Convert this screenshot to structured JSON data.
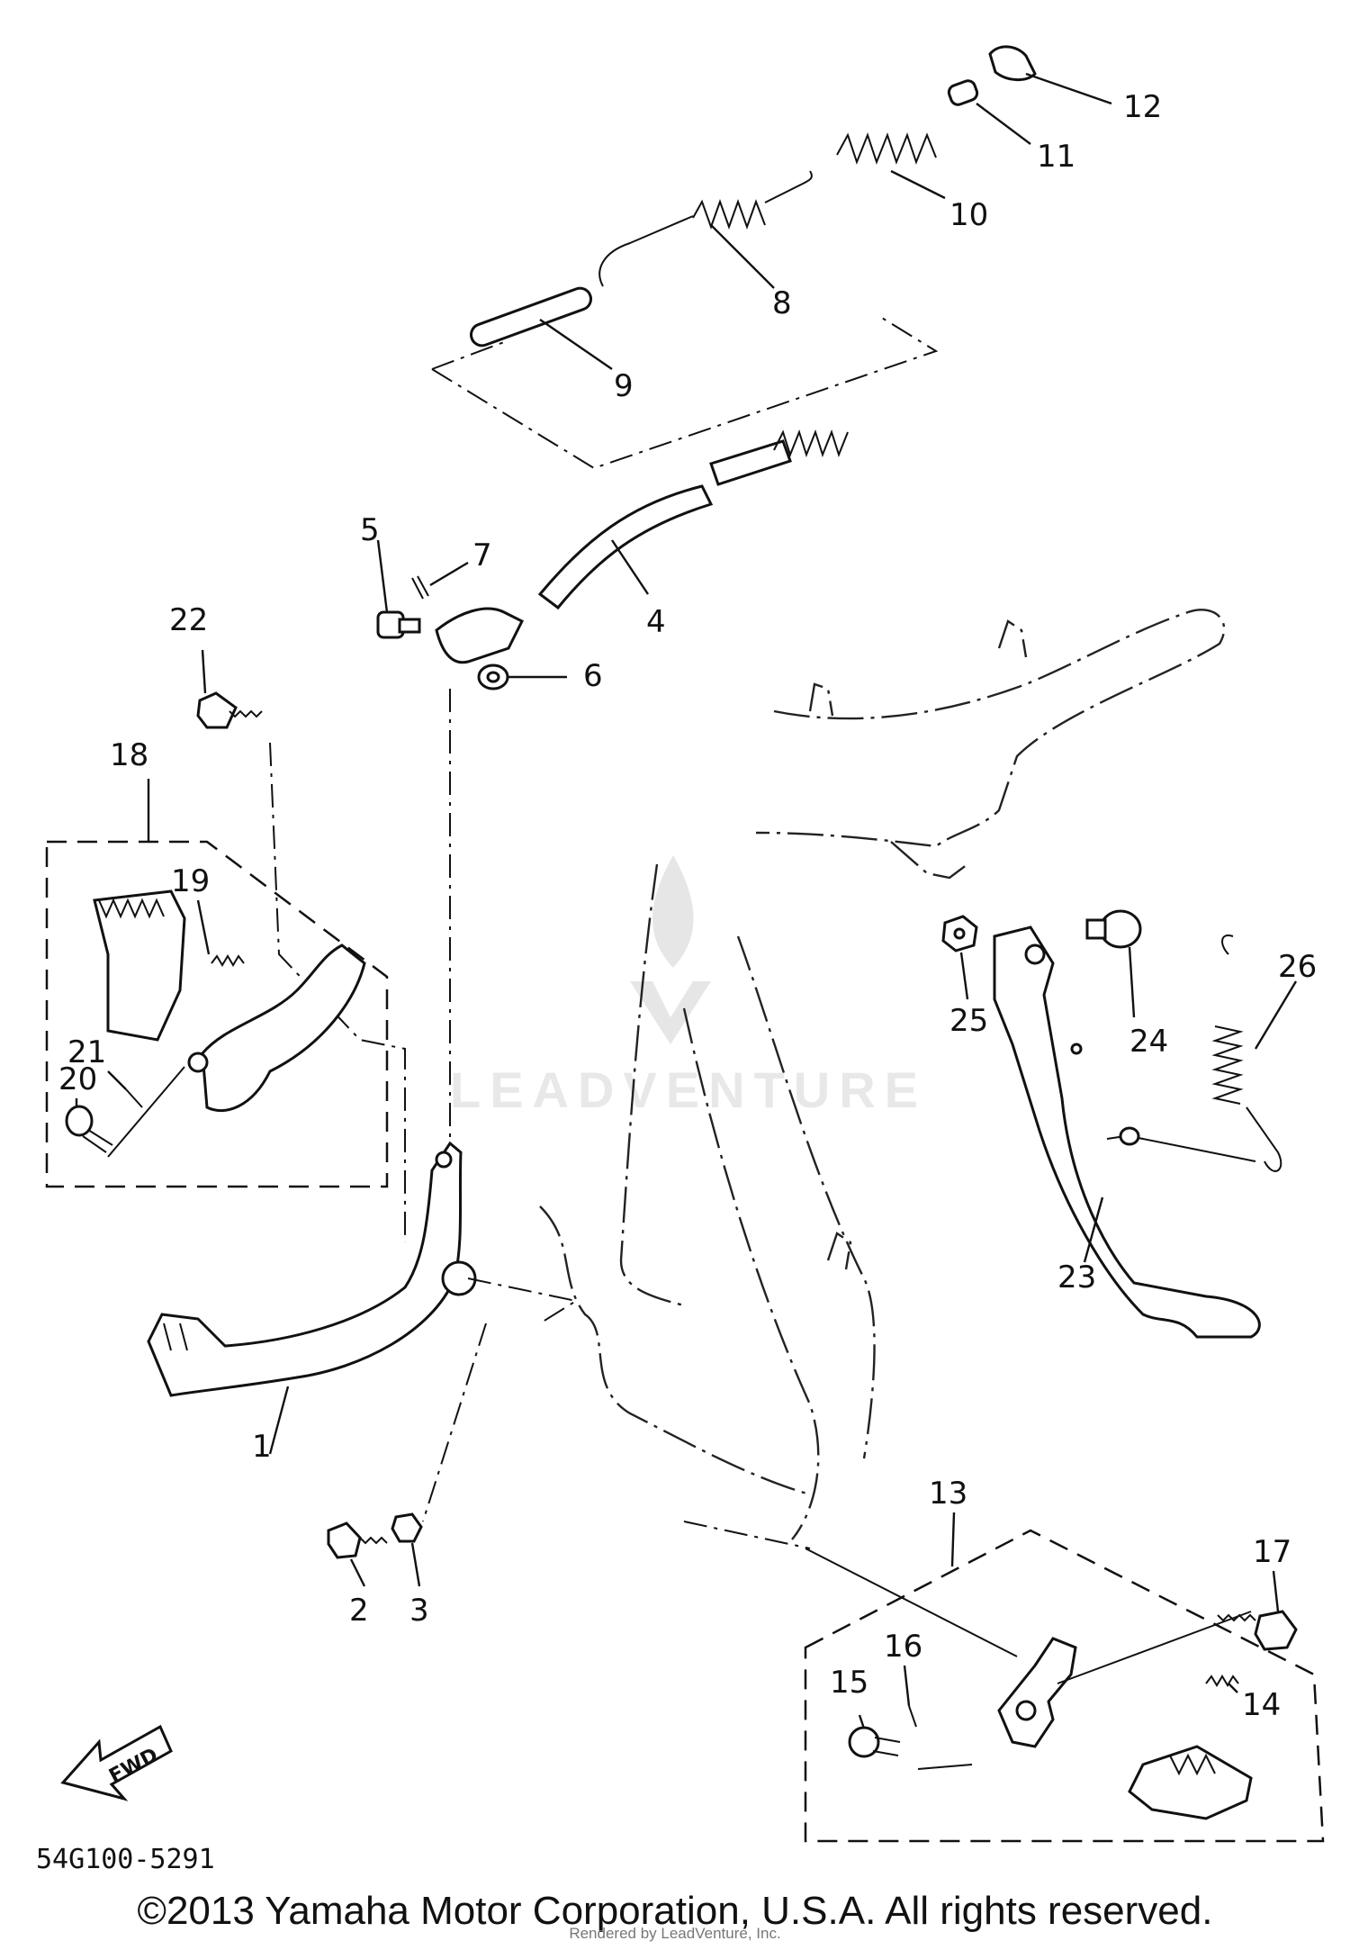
{
  "callouts": [
    "1",
    "2",
    "3",
    "4",
    "5",
    "6",
    "7",
    "8",
    "9",
    "10",
    "11",
    "12",
    "13",
    "14",
    "15",
    "16",
    "17",
    "18",
    "19",
    "20",
    "21",
    "22",
    "23",
    "24",
    "25",
    "26"
  ],
  "fwd_label": "FWD",
  "diagram_code": "54G100-5291",
  "watermark": "LEADVENTURE",
  "copyright": "©2013 Yamaha Motor Corporation, U.S.A. All rights reserved.",
  "rendered_by": "Rendered by LeadVenture, Inc."
}
